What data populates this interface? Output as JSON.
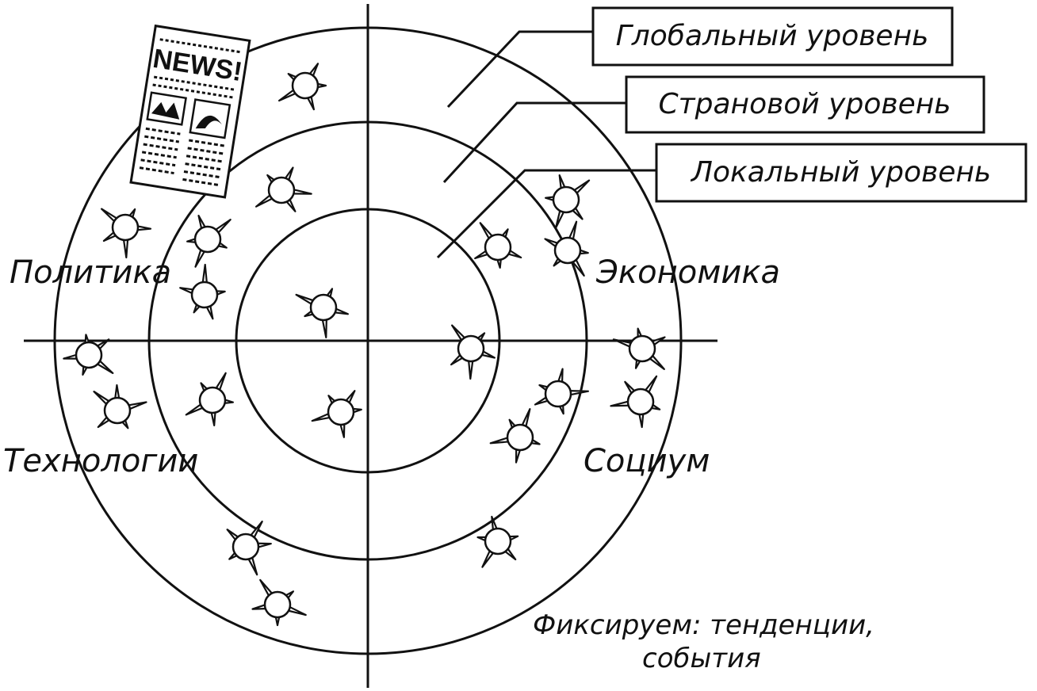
{
  "levels": {
    "global": "Глобальный уровень",
    "country": "Страновой уровень",
    "local": "Локальный уровень"
  },
  "sectors": {
    "politics": "Политика",
    "economy": "Экономика",
    "technology": "Технологии",
    "society": "Социум"
  },
  "note": {
    "line1": "Фиксируем: тенденции,",
    "line2": "события"
  },
  "newspaper": {
    "masthead": "NEWS!"
  },
  "colors": {
    "ink": "#111111",
    "paper": "#ffffff"
  }
}
